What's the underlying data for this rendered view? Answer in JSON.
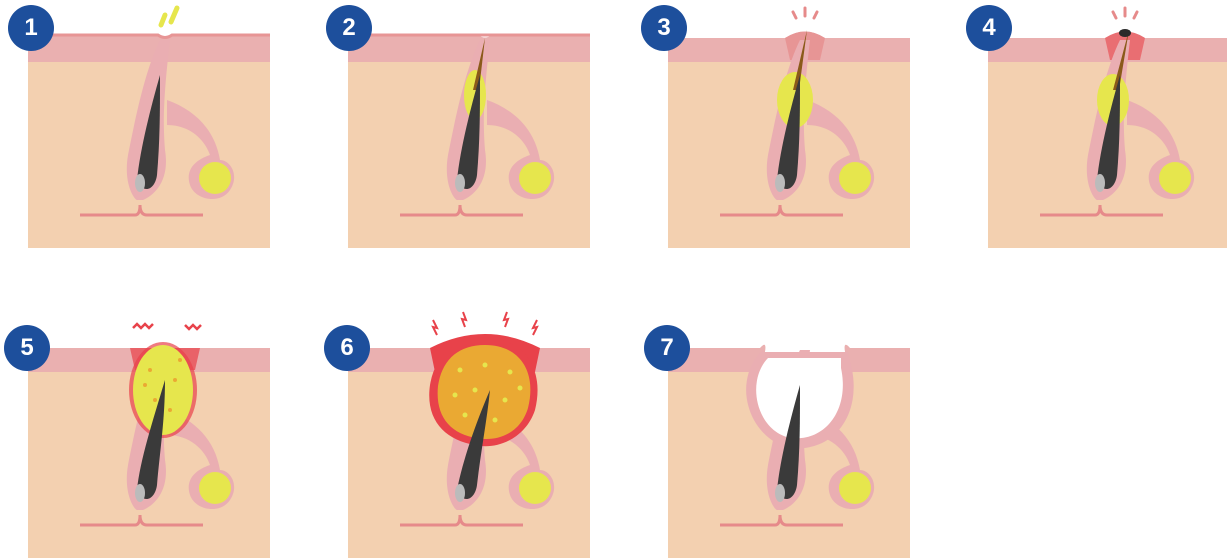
{
  "steps": [
    {
      "label": "1",
      "stage": "normal"
    },
    {
      "label": "2",
      "stage": "clogged-pore"
    },
    {
      "label": "3",
      "stage": "whitehead"
    },
    {
      "label": "4",
      "stage": "blackhead"
    },
    {
      "label": "5",
      "stage": "inflamed-papule"
    },
    {
      "label": "6",
      "stage": "pustule"
    },
    {
      "label": "7",
      "stage": "scar"
    }
  ],
  "colors": {
    "badge": "#1d4f9c",
    "skin": "#f3d0b0",
    "epidermis": "#eab0b0",
    "epidermis_top": "#e79595",
    "follicle_wall": "#eaaeb2",
    "hair": "#3a3a3a",
    "sebum": "#e6e64d",
    "pus": "#eaa933",
    "inflammation": "#e8424a",
    "keratin_plug": "#8a5a1a"
  }
}
